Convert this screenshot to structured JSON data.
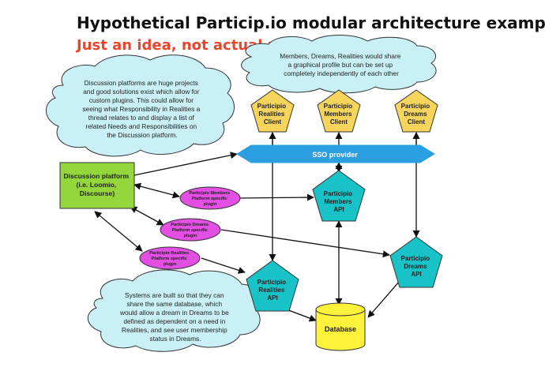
{
  "title": "Hypothetical Particip.io modular architecture example",
  "subtitle": "Just an idea, not actual plan!",
  "colors": {
    "subtitle": "#e8452c",
    "cloud": "#c9f0f6",
    "pentagon": "#f7d55d",
    "api": "#17c3c7",
    "sso": "#2b9fdf",
    "discussion": "#94d63b",
    "plugin": "#e34ee3",
    "database": "#fff23a"
  },
  "clouds": {
    "top_right": [
      "Members, Dreams, Realities would share",
      "a graphical profile but can be set up",
      "completely independently of each other"
    ],
    "left": [
      "Discussion platforms are huge projects",
      "and good solutions exist which allow for",
      "custom plugins. This could allow for",
      "seeing what Responsibility in Realities a",
      "thread relates to and display a list of",
      "related Needs and Responsibilities on",
      "the Discussion platform."
    ],
    "bottom": [
      "Systems are built so that they can",
      "share the same database, which",
      "would allow a dream in Dreams to be",
      "defined as dependent on a need in",
      "Realities, and see user membership",
      "status in Dreams."
    ]
  },
  "clients": {
    "realities": [
      "Participio",
      "Realities",
      "Client"
    ],
    "members": [
      "Participio",
      "Members",
      "Client"
    ],
    "dreams": [
      "Participio",
      "Dreams",
      "Client"
    ]
  },
  "sso": "SSO provider",
  "discussion": [
    "Discussion platform",
    "(i.e. Loomio,",
    "Discourse)"
  ],
  "plugins": {
    "members": [
      "Participio Members",
      "Platform specific",
      "plugin"
    ],
    "dreams": [
      "Participio Dreams",
      "Platform specific",
      "plugin"
    ],
    "realities": [
      "Participio Realities",
      "Platform specific",
      "plugin"
    ]
  },
  "apis": {
    "members": [
      "Participio",
      "Members",
      "API"
    ],
    "dreams": [
      "Participio",
      "Dreams",
      "API"
    ],
    "realities": [
      "Participio",
      "Realities",
      "API"
    ]
  },
  "database": "Database"
}
